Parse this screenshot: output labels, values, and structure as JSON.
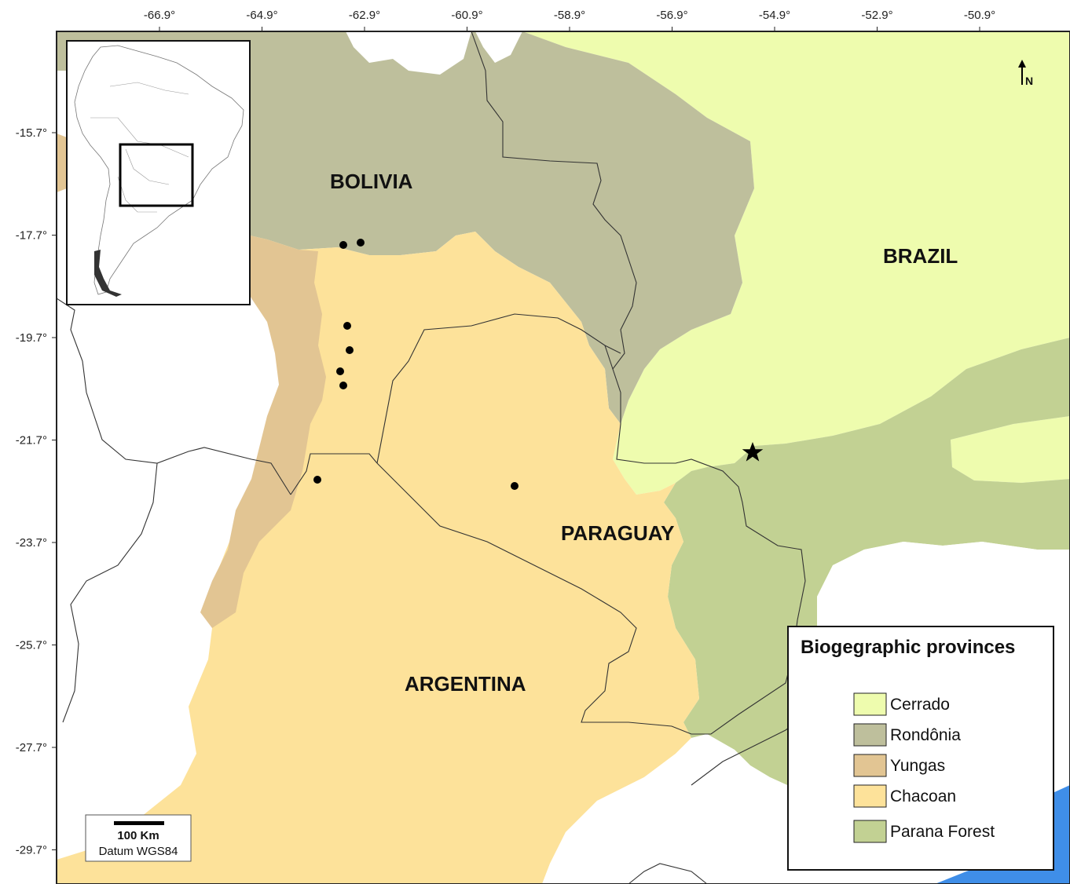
{
  "colors": {
    "cerrado": "#eefcae",
    "rondonia": "#bebf9c",
    "yungas": "#e2c593",
    "chacoan": "#fde29a",
    "parana_forest": "#c2d193",
    "ocean": "#3f8ee8",
    "border": "#333333"
  },
  "axes": {
    "x_ticks": [
      "-66.9°",
      "-64.9°",
      "-62.9°",
      "-60.9°",
      "-58.9°",
      "-56.9°",
      "-54.9°",
      "-52.9°",
      "-50.9°"
    ],
    "y_ticks": [
      "-15.7°",
      "-17.7°",
      "-19.7°",
      "-21.7°",
      "-23.7°",
      "-25.7°",
      "-27.7°",
      "-29.7°"
    ]
  },
  "countries": {
    "bolivia": "BOLIVIA",
    "brazil": "BRAZIL",
    "paraguay": "PARAGUAY",
    "argentina": "ARGENTINA"
  },
  "legend": {
    "title": "Biogegraphic provinces",
    "items": [
      {
        "label": "Cerrado",
        "color": "#eefcae"
      },
      {
        "label": "Rondônia",
        "color": "#bebf9c"
      },
      {
        "label": "Yungas",
        "color": "#e2c593"
      },
      {
        "label": "Chacoan",
        "color": "#fde29a"
      },
      {
        "label": "Parana Forest",
        "color": "#c2d193"
      }
    ]
  },
  "scale_bar": {
    "distance": "100 Km",
    "datum": "Datum WGS84"
  },
  "north_arrow": {
    "label": "N",
    "icon": "north-arrow-icon"
  },
  "markers": {
    "occurrence_icon": "dot-icon",
    "type_locality_icon": "star-icon"
  }
}
